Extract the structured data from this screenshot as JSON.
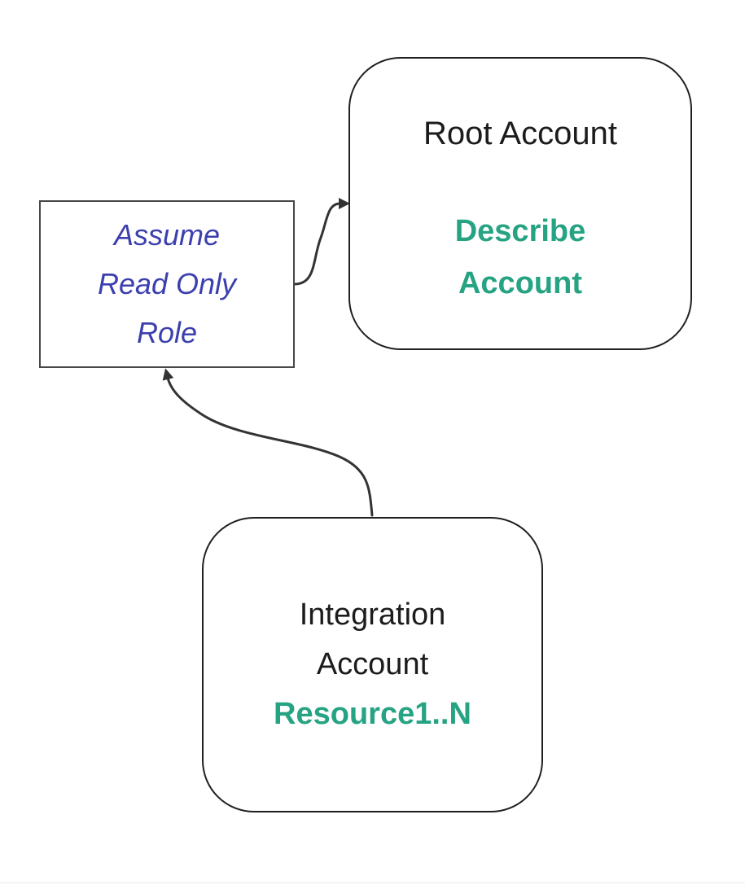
{
  "colors": {
    "node_border": "#1f1f1f",
    "rect_border": "#474747",
    "connector": "#333333",
    "accent_teal": "#26a383",
    "accent_blue": "#3c40ae",
    "text_dark": "#1c1c1c",
    "background": "#ffffff",
    "bottom_rule": "#e9e9ef"
  },
  "nodes": {
    "root_account": {
      "title": "Root Account",
      "action_lines": [
        "Describe",
        "Account"
      ]
    },
    "assume_role": {
      "lines": [
        "Assume",
        "Read Only",
        "Role"
      ]
    },
    "integration_account": {
      "title_lines": [
        "Integration",
        "Account"
      ],
      "resource_label": "Resource1..N"
    }
  },
  "connectors": [
    {
      "from": "assume_role",
      "to": "root_account",
      "style": "curved-arrow"
    },
    {
      "from": "integration_account",
      "to": "assume_role",
      "style": "curved-arrow"
    }
  ]
}
